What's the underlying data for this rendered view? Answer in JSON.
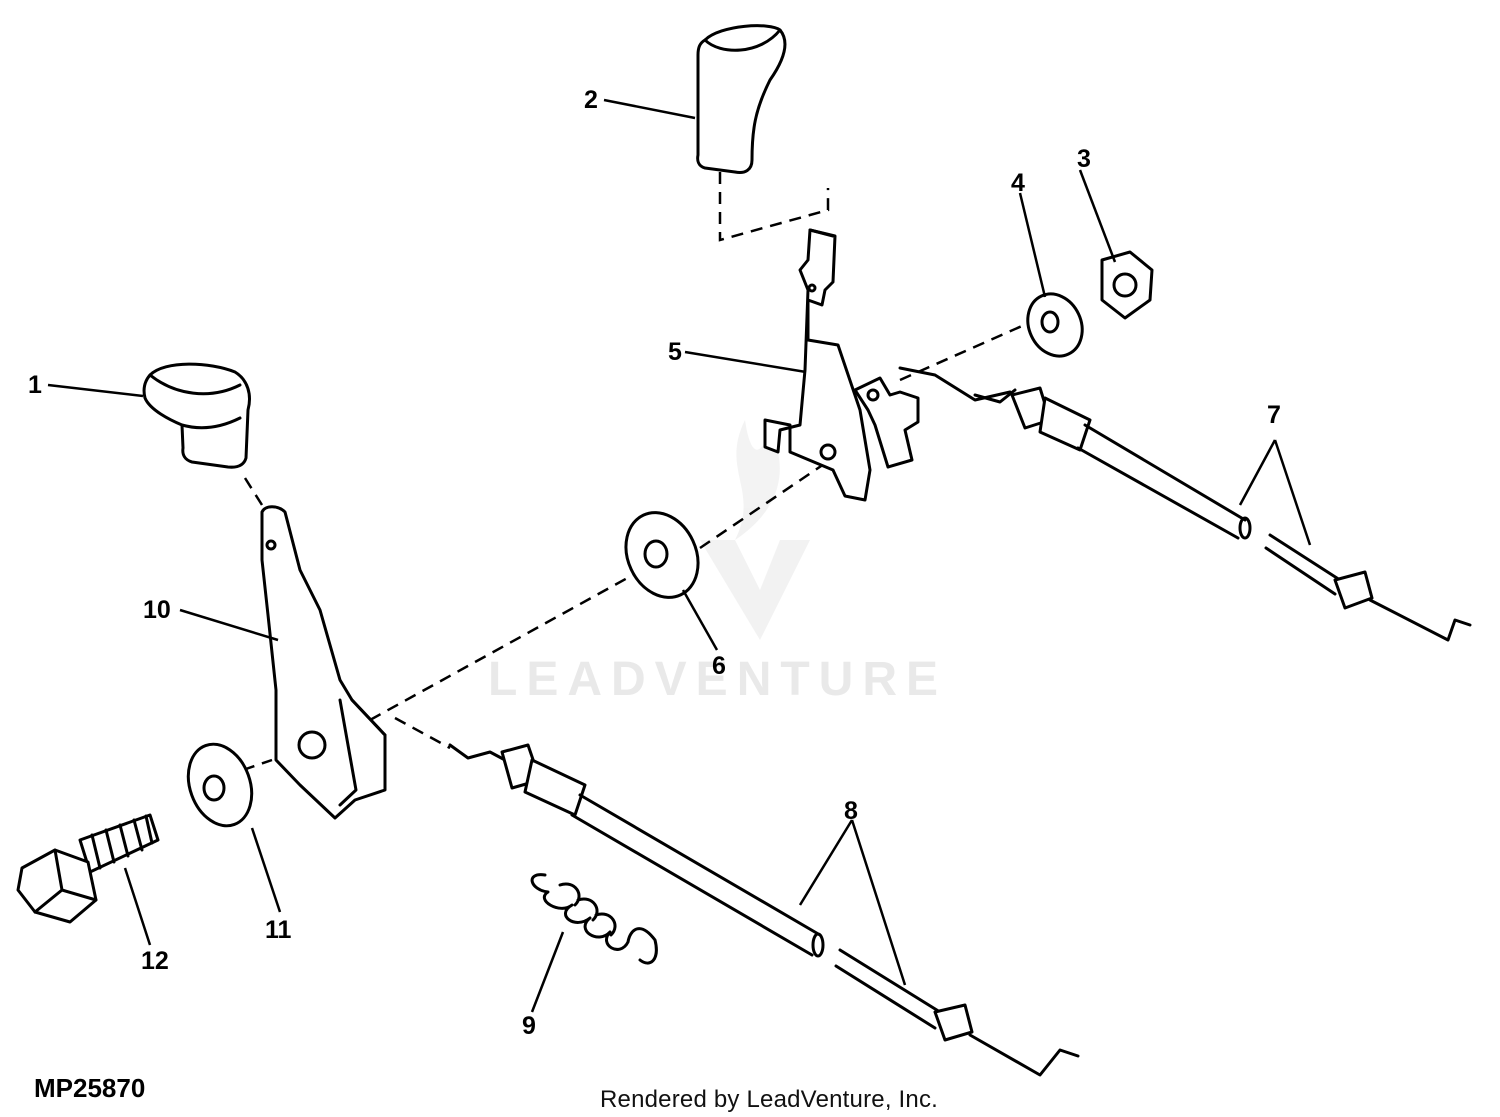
{
  "diagram": {
    "figure_code": "MP25870",
    "credit": "Rendered by LeadVenture, Inc.",
    "watermark": "LEADVENTURE",
    "callouts": [
      "1",
      "2",
      "3",
      "4",
      "5",
      "6",
      "7",
      "8",
      "9",
      "10",
      "11",
      "12"
    ]
  }
}
